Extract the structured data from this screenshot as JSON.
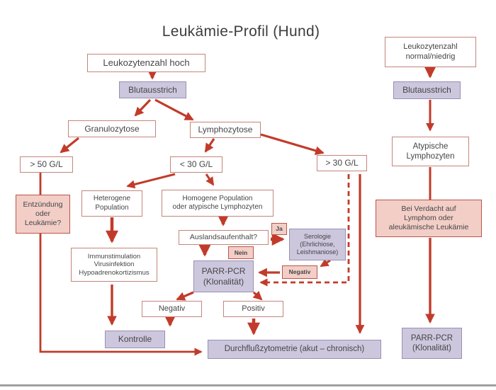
{
  "title": "Leukämie-Profil (Hund)",
  "colors": {
    "arrow_red": "#c23b2a",
    "box_border_red": "#c4857c",
    "pink_fill": "#f2cec7",
    "pink_border": "#bb554b",
    "purple_fill": "#cdc7de",
    "purple_border": "#9790b3",
    "text": "#454545",
    "divider_gray": "#a0a0a0"
  },
  "nodes": {
    "leuko_hoch": "Leukozytenzahl hoch",
    "blut_left": "Blutausstrich",
    "granulozytose": "Granulozytose",
    "lymphozytose": "Lymphozytose",
    "g50": "> 50 G/L",
    "l30": "< 30 G/L",
    "g30": "> 30 G/L",
    "entzuendung": "Entzündung\noder\nLeukämie?",
    "heterogene": "Heterogene\nPopulation",
    "homogene": "Homogene Population\noder atypische Lymphozyten",
    "immun": "Immunstimulation\nVirusinfektion\nHypoadrenokortizismus",
    "ausland": "Auslandsaufenthalt?",
    "ja": "Ja",
    "nein": "Nein",
    "serologie": "Serologie\n(Ehrlichiose,\nLeishmaniose)",
    "negativ_tag": "Negativ",
    "parr_mid": "PARR-PCR\n(Klonalität)",
    "negativ": "Negativ",
    "positiv": "Positiv",
    "kontrolle": "Kontrolle",
    "durchfluss": "Durchflußzytometrie (akut – chronisch)",
    "leuko_normal": "Leukozytenzahl\nnormal/niedrig",
    "blut_right": "Blutausstrich",
    "atypische": "Atypische\nLymphozyten",
    "verdacht": "Bei Verdacht auf\nLymphom oder\naleukämische Leukämie",
    "parr_right": "PARR-PCR\n(Klonalität)"
  }
}
